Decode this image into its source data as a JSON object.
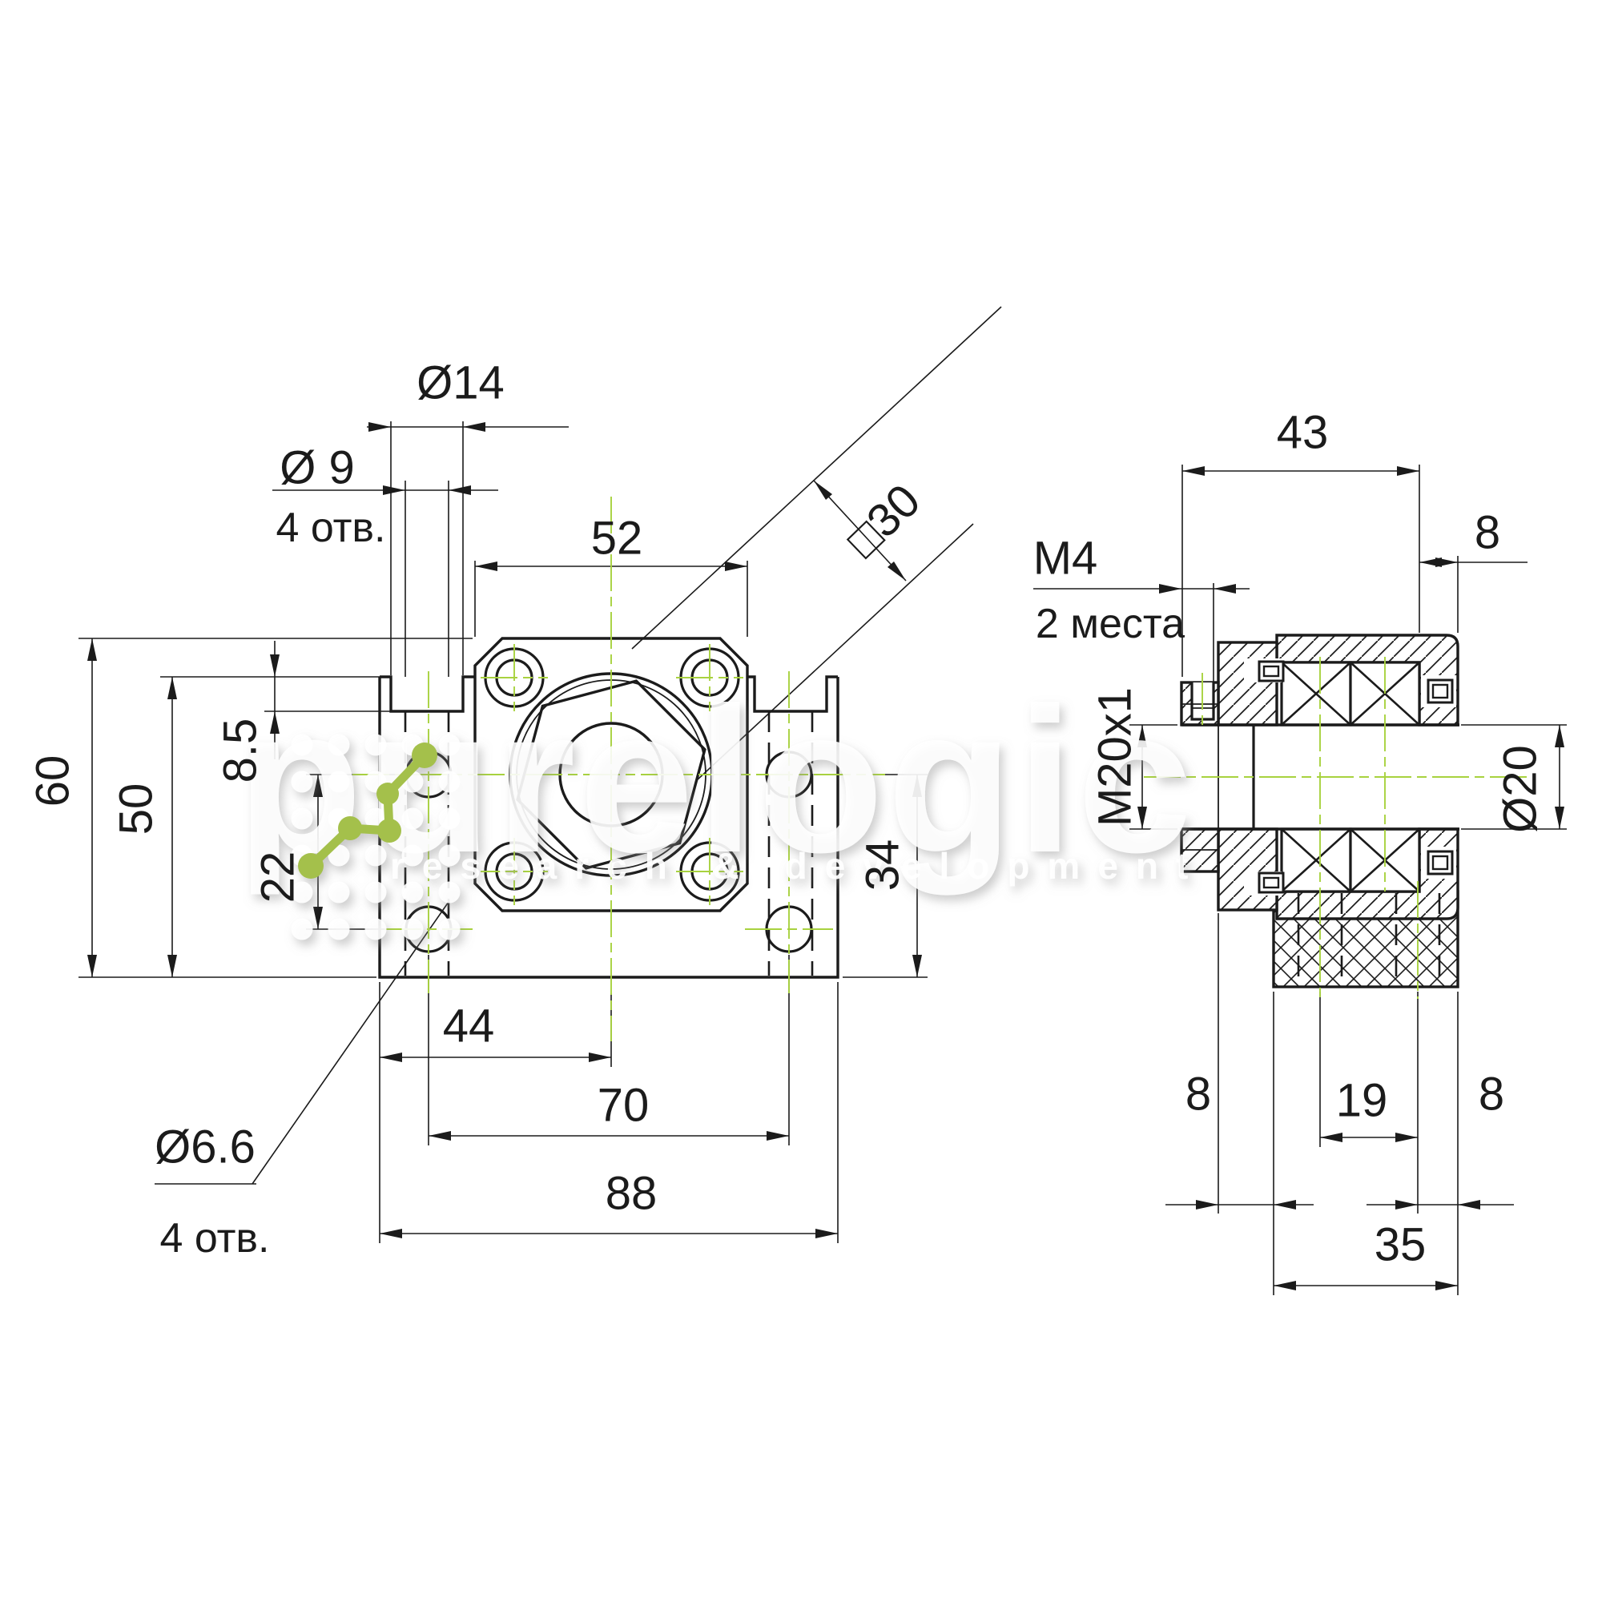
{
  "colors": {
    "line": "#1b1b1b",
    "green": "#a8d23f",
    "logo": "#a4c04c"
  },
  "watermark": {
    "brand": "purelogic",
    "subtitle": "research & development"
  },
  "front_view": {
    "dia14": "Ø14",
    "dia9": "Ø 9",
    "dia9_note": "4 отв.",
    "w52": "52",
    "sq30": "□30",
    "h85": "8.5",
    "h60": "60",
    "h50": "50",
    "h22": "22",
    "h34": "34",
    "w44": "44",
    "w70": "70",
    "w88": "88",
    "dia66": "Ø6.6",
    "dia66_note": "4 отв."
  },
  "side_view": {
    "w43": "43",
    "m4": "M4",
    "m4_note": "2 места",
    "d8_top": "8",
    "m20": "M20x1",
    "dia20": "Ø20",
    "d8_left": "8",
    "w19": "19",
    "w35": "35",
    "d8_right": "8"
  }
}
